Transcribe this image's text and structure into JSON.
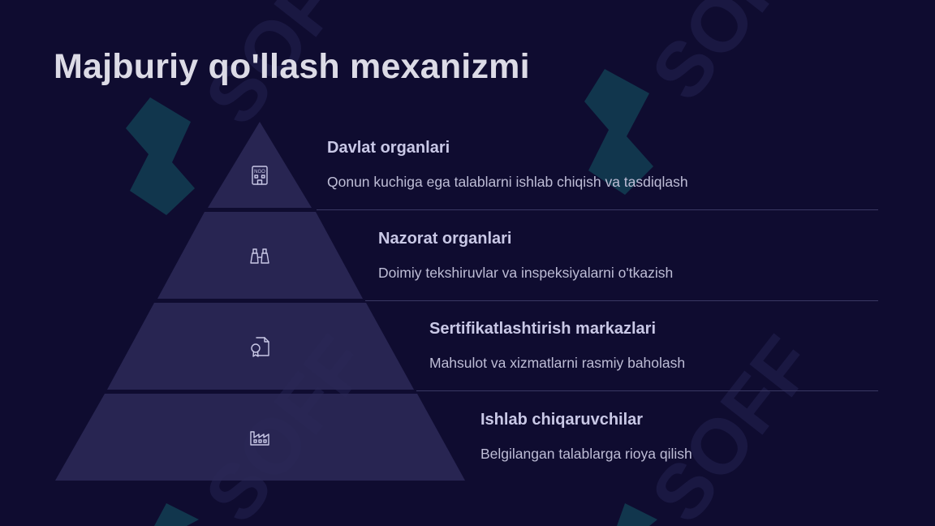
{
  "slide": {
    "title": "Majburiy qo'llash mexanizmi"
  },
  "levels": [
    {
      "heading": "Davlat organlari",
      "description": "Qonun kuchiga ega talablarni ishlab chiqish va tasdiqlash",
      "icon": "ngo-building-icon"
    },
    {
      "heading": "Nazorat organlari",
      "description": "Doimiy tekshiruvlar va inspeksiyalarni o'tkazish",
      "icon": "binoculars-icon"
    },
    {
      "heading": "Sertifikatlashtirish markazlari",
      "description": "Mahsulot va xizmatlarni rasmiy baholash",
      "icon": "certificate-icon"
    },
    {
      "heading": "Ishlab chiqaruvchilar",
      "description": "Belgilangan talablarga rioya qilish",
      "icon": "factory-icon"
    }
  ],
  "watermark": {
    "text": "SOFF"
  },
  "colors": {
    "background": "#0f0c30",
    "pyramid_fill": "#2a2856",
    "heading": "#c9c8e6",
    "description": "#bebdd6",
    "title": "#dcdbe6",
    "watermark_mark": "#123e52",
    "watermark_text": "#1a1842"
  }
}
